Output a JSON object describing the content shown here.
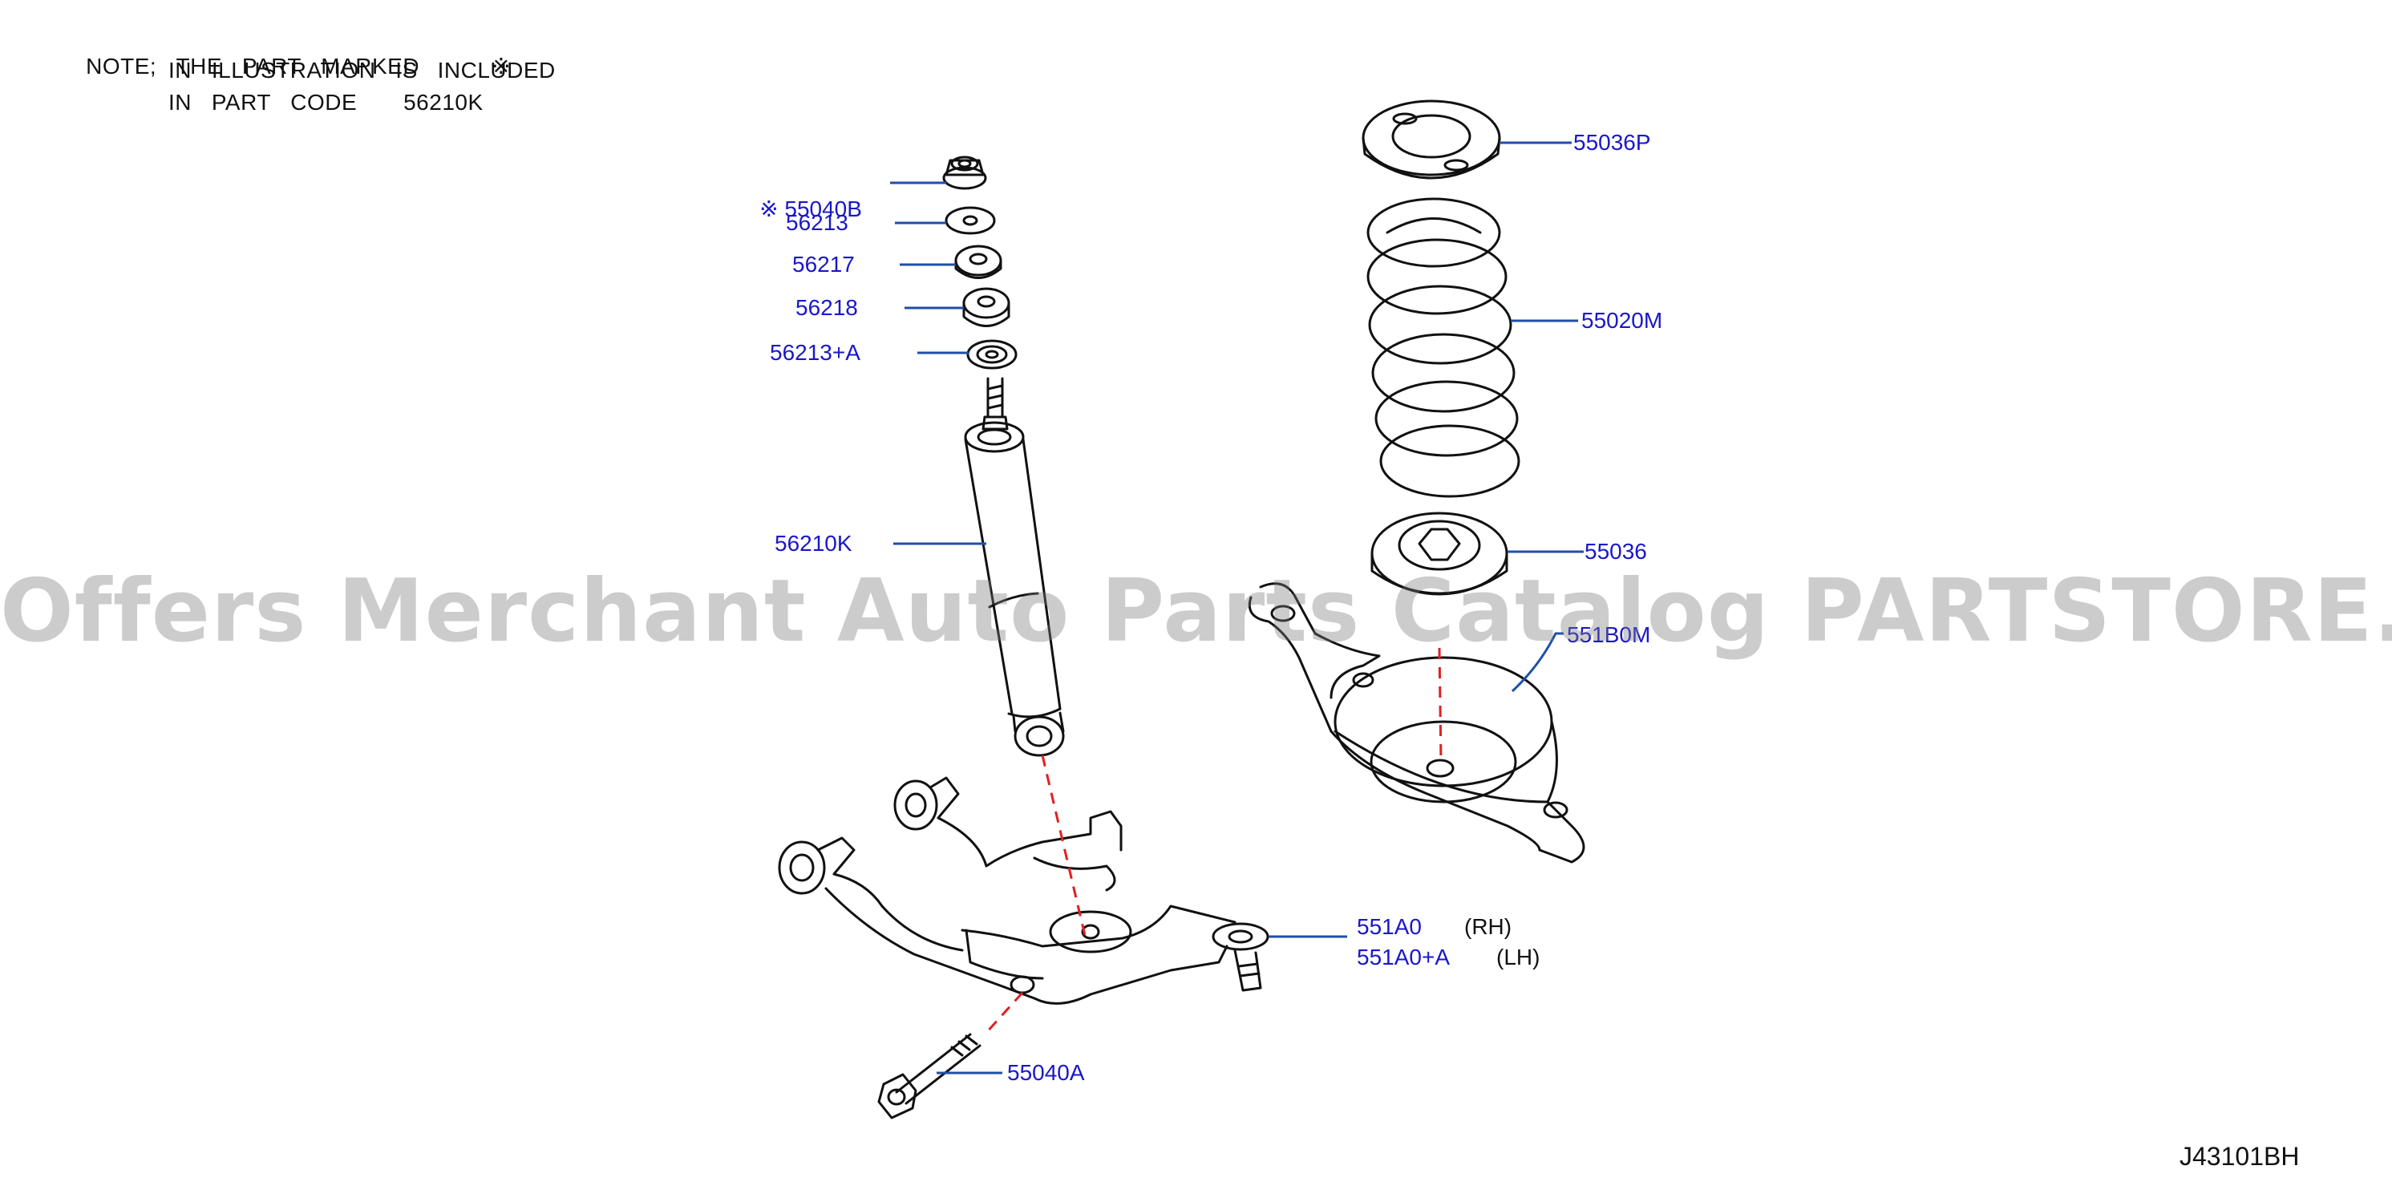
{
  "note": {
    "line1_prefix": "NOTE;   THE   PART   MARKED",
    "mark_symbol": "※",
    "line2": "IN   ILLUSTRATION   IS   INCLUDED",
    "line3": "IN   PART   CODE       56210K"
  },
  "parts": [
    {
      "id": "p55040b",
      "mark": "※",
      "label": "55040B"
    },
    {
      "id": "p56213",
      "label": "56213"
    },
    {
      "id": "p56217",
      "label": "56217"
    },
    {
      "id": "p56218",
      "label": "56218"
    },
    {
      "id": "p56213a",
      "label": "56213+A"
    },
    {
      "id": "p56210k",
      "label": "56210K"
    },
    {
      "id": "p55036p",
      "label": "55036P"
    },
    {
      "id": "p55020m",
      "label": "55020M"
    },
    {
      "id": "p55036",
      "label": "55036"
    },
    {
      "id": "p551b0m",
      "label": "551B0M"
    },
    {
      "id": "p551a0",
      "label": "551A0",
      "side": "(RH)"
    },
    {
      "id": "p551a0a",
      "label": "551A0+A",
      "side": "(LH)"
    },
    {
      "id": "p55040a",
      "label": "55040A"
    }
  ],
  "diagram_code": "J43101BH",
  "watermark": "Offers Merchant Auto Parts Catalog PARTSTORE.SA",
  "colors": {
    "label": "#1a17c9",
    "leader": "#1f4fa8",
    "dash": "#e02020",
    "line": "#111111",
    "watermark": "#8a8a8a"
  }
}
